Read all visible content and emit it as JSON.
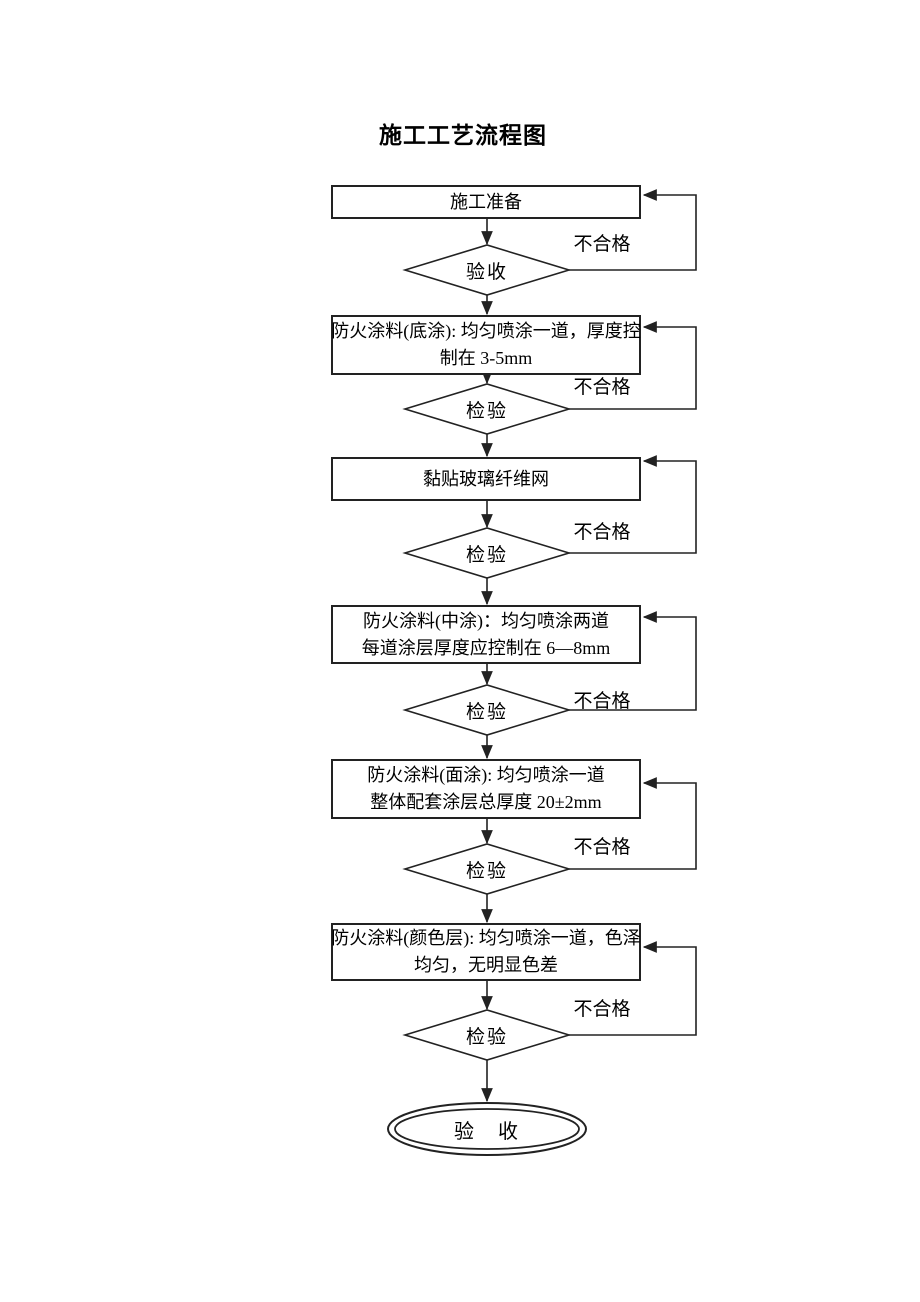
{
  "page": {
    "title": "施工工艺流程图"
  },
  "flow": {
    "fail_label": "不合格",
    "steps": [
      {
        "box_lines": [
          "施工准备"
        ],
        "check_label": "验收"
      },
      {
        "box_lines": [
          "防火涂料(底涂): 均匀喷涂一道，厚度控",
          "制在 3-5mm"
        ],
        "check_label": "检验"
      },
      {
        "box_lines": [
          "黏贴玻璃纤维网"
        ],
        "check_label": "检验"
      },
      {
        "box_lines": [
          "防火涂料(中涂)：均匀喷涂两道",
          "每道涂层厚度应控制在 6—8mm"
        ],
        "check_label": "检验"
      },
      {
        "box_lines": [
          "防火涂料(面涂): 均匀喷涂一道",
          "整体配套涂层总厚度 20±2mm"
        ],
        "check_label": "检验"
      },
      {
        "box_lines": [
          "防火涂料(颜色层): 均匀喷涂一道，色泽",
          "均匀，无明显色差"
        ],
        "check_label": "检验"
      }
    ],
    "end_label": "验　收",
    "line_color": "#222222"
  }
}
